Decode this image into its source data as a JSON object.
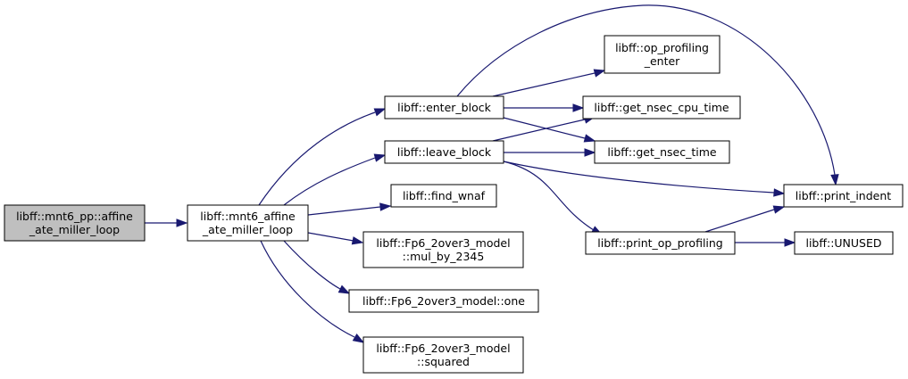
{
  "diagram": {
    "nodes": [
      {
        "id": "root",
        "lines": [
          "libff::mnt6_pp::affine",
          "_ate_miller_loop"
        ],
        "highlighted": true
      },
      {
        "id": "n_mnt6",
        "lines": [
          "libff::mnt6_affine",
          "_ate_miller_loop"
        ]
      },
      {
        "id": "n_enter",
        "lines": [
          "libff::enter_block"
        ]
      },
      {
        "id": "n_leave",
        "lines": [
          "libff::leave_block"
        ]
      },
      {
        "id": "n_wnaf",
        "lines": [
          "libff::find_wnaf"
        ]
      },
      {
        "id": "n_mul",
        "lines": [
          "libff::Fp6_2over3_model",
          "::mul_by_2345"
        ]
      },
      {
        "id": "n_one",
        "lines": [
          "libff::Fp6_2over3_model::one"
        ]
      },
      {
        "id": "n_sq",
        "lines": [
          "libff::Fp6_2over3_model",
          "::squared"
        ]
      },
      {
        "id": "n_openter",
        "lines": [
          "libff::op_profiling",
          "_enter"
        ]
      },
      {
        "id": "n_cpu",
        "lines": [
          "libff::get_nsec_cpu_time"
        ]
      },
      {
        "id": "n_nsec",
        "lines": [
          "libff::get_nsec_time"
        ]
      },
      {
        "id": "n_printop",
        "lines": [
          "libff::print_op_profiling"
        ]
      },
      {
        "id": "n_indent",
        "lines": [
          "libff::print_indent"
        ]
      },
      {
        "id": "n_unused",
        "lines": [
          "libff::UNUSED"
        ]
      }
    ],
    "edges": [
      {
        "from": "root",
        "to": "n_mnt6"
      },
      {
        "from": "n_mnt6",
        "to": "n_enter"
      },
      {
        "from": "n_mnt6",
        "to": "n_leave"
      },
      {
        "from": "n_mnt6",
        "to": "n_wnaf"
      },
      {
        "from": "n_mnt6",
        "to": "n_mul"
      },
      {
        "from": "n_mnt6",
        "to": "n_one"
      },
      {
        "from": "n_mnt6",
        "to": "n_sq"
      },
      {
        "from": "n_enter",
        "to": "n_openter"
      },
      {
        "from": "n_enter",
        "to": "n_cpu"
      },
      {
        "from": "n_enter",
        "to": "n_nsec"
      },
      {
        "from": "n_enter",
        "to": "n_indent"
      },
      {
        "from": "n_leave",
        "to": "n_cpu"
      },
      {
        "from": "n_leave",
        "to": "n_nsec"
      },
      {
        "from": "n_leave",
        "to": "n_indent"
      },
      {
        "from": "n_leave",
        "to": "n_printop"
      },
      {
        "from": "n_printop",
        "to": "n_indent"
      },
      {
        "from": "n_printop",
        "to": "n_unused"
      }
    ],
    "colors": {
      "edge": "#191970",
      "node_border": "#000000",
      "node_fill": "#ffffff",
      "highlighted_fill": "#bfbfbf"
    }
  }
}
